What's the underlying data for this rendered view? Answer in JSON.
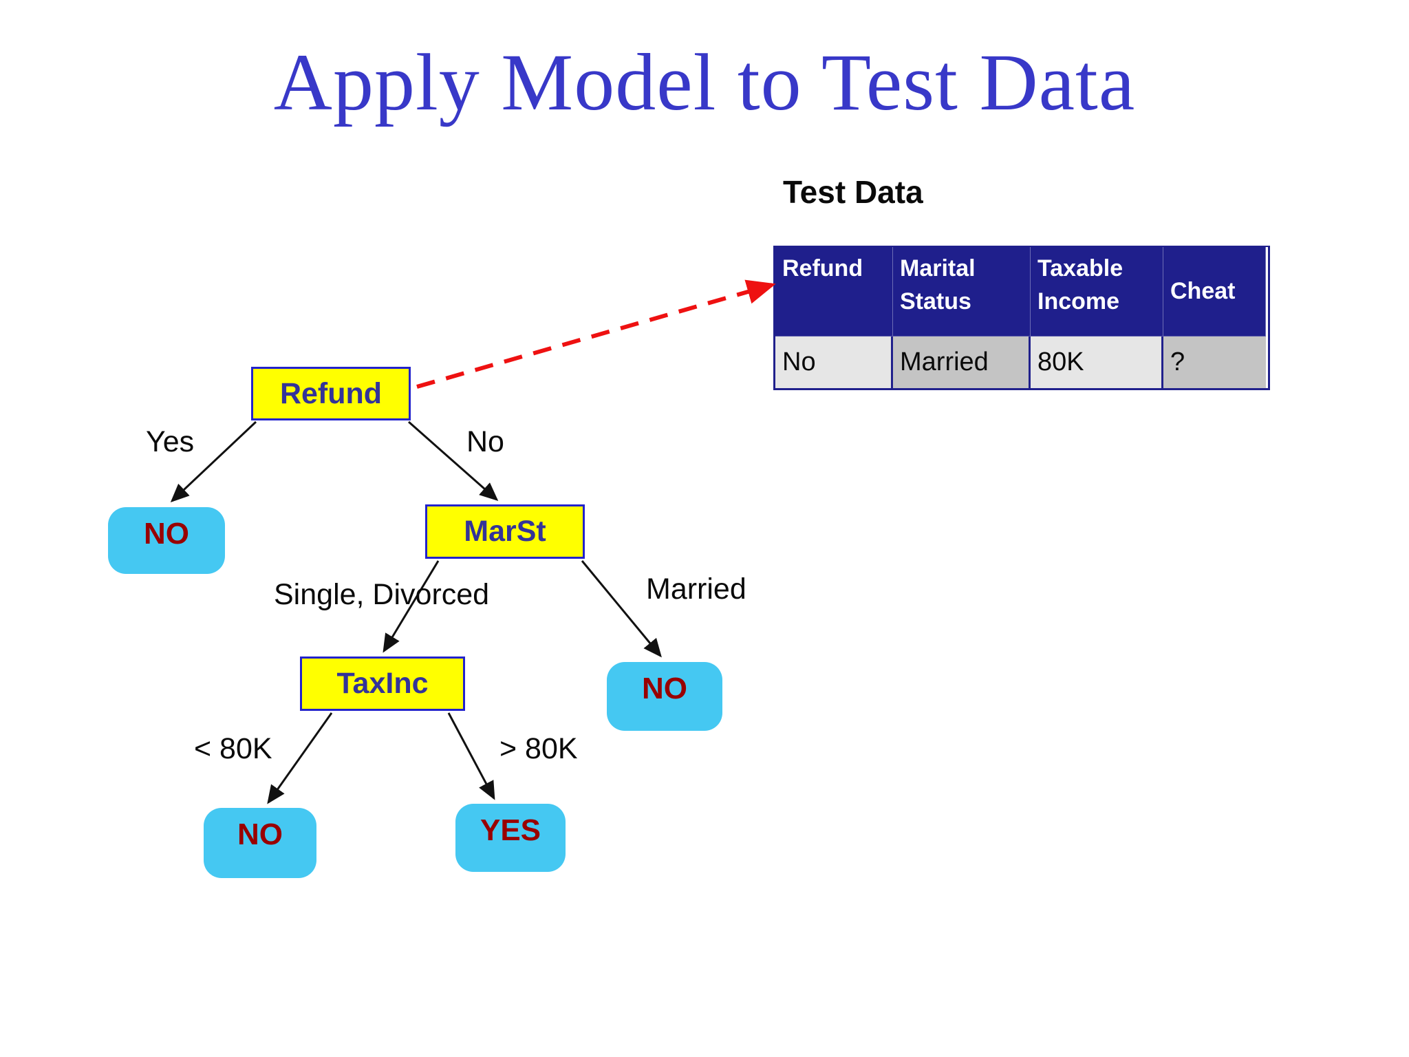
{
  "slide": {
    "title": "Apply Model to Test Data"
  },
  "test_data": {
    "heading": "Test Data",
    "columns": [
      "Refund",
      "Marital Status",
      "Taxable Income",
      "Cheat"
    ],
    "row": [
      "No",
      "Married",
      "80K",
      "?"
    ]
  },
  "tree": {
    "nodes": {
      "refund": "Refund",
      "marst": "MarSt",
      "taxinc": "TaxInc"
    },
    "leaves": {
      "refund_yes": "NO",
      "marst_married": "NO",
      "taxinc_low": "NO",
      "taxinc_high": "YES"
    },
    "edges": {
      "refund_yes": "Yes",
      "refund_no": "No",
      "marst_single_divorced": "Single, Divorced",
      "marst_married": "Married",
      "taxinc_low": "< 80K",
      "taxinc_high": "> 80K"
    }
  },
  "colors": {
    "title": "#3838C8",
    "table_header_bg": "#1F1F8C",
    "node_fill": "#FFFF00",
    "node_border": "#2222CC",
    "node_text": "#333399",
    "leaf_fill": "#45C8F2",
    "leaf_text": "#990000",
    "edge": "#111111",
    "trace_arrow": "#EE1111"
  }
}
